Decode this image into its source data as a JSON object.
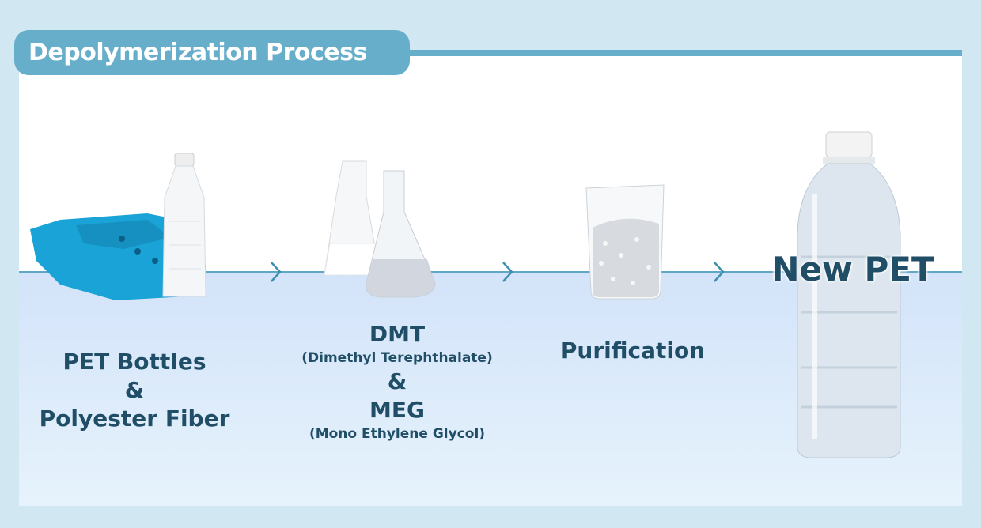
{
  "title": "Depolymerization Process",
  "steps": [
    {
      "lines": [
        "PET Bottles",
        "&",
        "Polyester Fiber"
      ]
    },
    {
      "title1": "DMT",
      "sub1": "(Dimethyl Terephthalate)",
      "amp": "&",
      "title2": "MEG",
      "sub2": "(Mono Ethylene Glycol)"
    },
    {
      "label": "Purification"
    },
    {
      "label": "New PET"
    }
  ],
  "colors": {
    "accent": "#67aecb",
    "text": "#1f4e66",
    "background": "#d1e8f2"
  }
}
